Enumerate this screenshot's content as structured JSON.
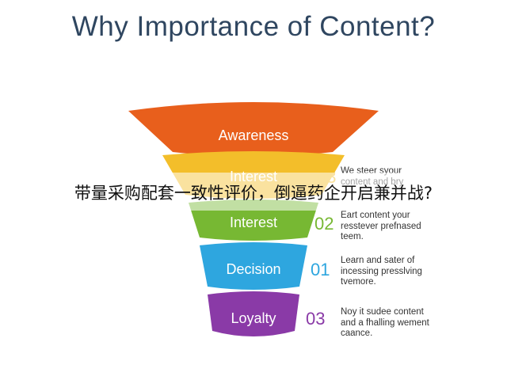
{
  "title": "Why Importance of Content?",
  "overlay_caption": "带量采购配套一致性评价，倒逼药企开启兼并战?",
  "stages": [
    {
      "label": "Awareness",
      "number": "",
      "description": "",
      "color": "#e85f1c"
    },
    {
      "label": "Interest",
      "number": "03",
      "description": "We steer syour\ncontent and bry",
      "color": "#f3be2a"
    },
    {
      "label": "Interest",
      "number": "02",
      "description": "Eart content your\nresstever prefnased\nteem.",
      "color": "#77b833"
    },
    {
      "label": "Decision",
      "number": "01",
      "description": "Learn and sater of\nincessing presslving\ntvemore.",
      "color": "#2ea6df"
    },
    {
      "label": "Loyalty",
      "number": "03",
      "description": "Noy it sudee content\nand a fhalling wement\ncaance.",
      "color": "#8a3aa7"
    }
  ]
}
